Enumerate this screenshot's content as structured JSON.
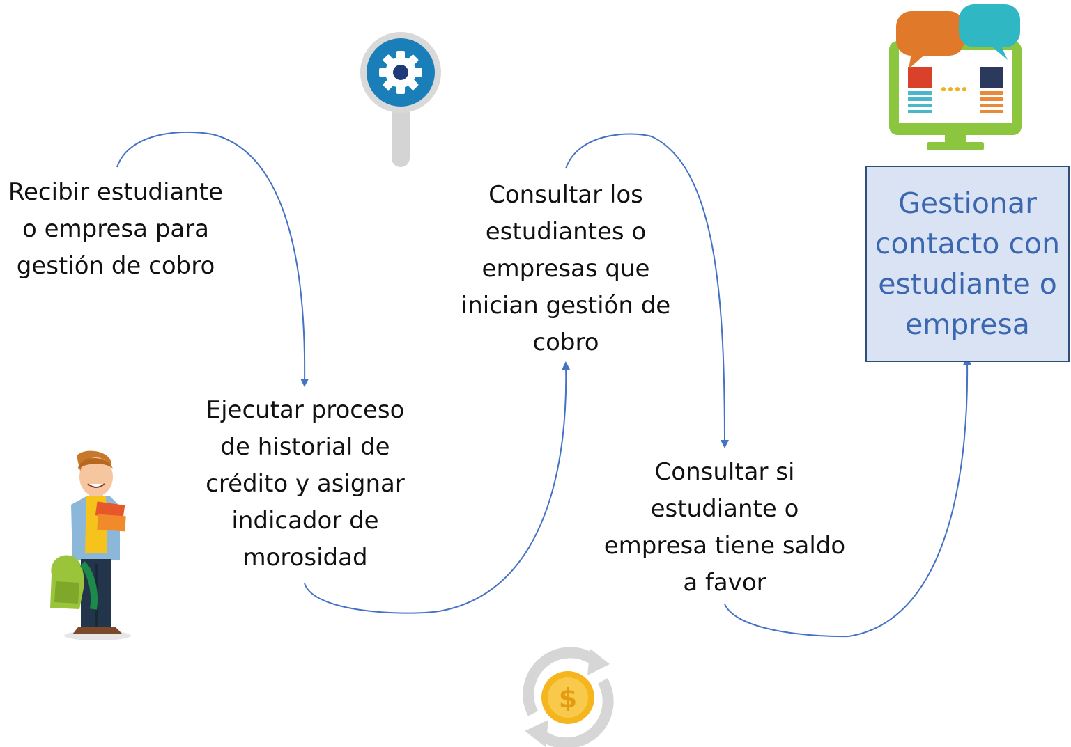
{
  "steps": [
    {
      "id": "recibir",
      "lines": [
        "Recibir estudiante",
        "o empresa para",
        "gestión de cobro"
      ]
    },
    {
      "id": "ejecutar",
      "lines": [
        "Ejecutar proceso",
        "de historial de",
        "crédito y asignar",
        "indicador de",
        "morosidad"
      ]
    },
    {
      "id": "consultar-estudiantes",
      "lines": [
        "Consultar los",
        "estudiantes o",
        "empresas que",
        "inician gestión de",
        "cobro"
      ]
    },
    {
      "id": "consultar-saldo",
      "lines": [
        "Consultar si",
        "estudiante o",
        "empresa tiene saldo",
        "a favor"
      ]
    }
  ],
  "final": {
    "lines": [
      "Gestionar",
      "contacto con",
      "estudiante o",
      "empresa"
    ]
  },
  "colors": {
    "arrow": "#4472c4",
    "final_fill": "#d9e3f3",
    "final_border": "#2f4f7a",
    "final_text": "#3a67b0",
    "gear_blue": "#1a7fb8",
    "coin_gold": "#f5b51c",
    "monitor_green": "#8cc63f"
  },
  "icons": [
    "student-illustration",
    "gear-magnifier-icon",
    "chat-monitor-icon",
    "coin-cycle-icon"
  ]
}
